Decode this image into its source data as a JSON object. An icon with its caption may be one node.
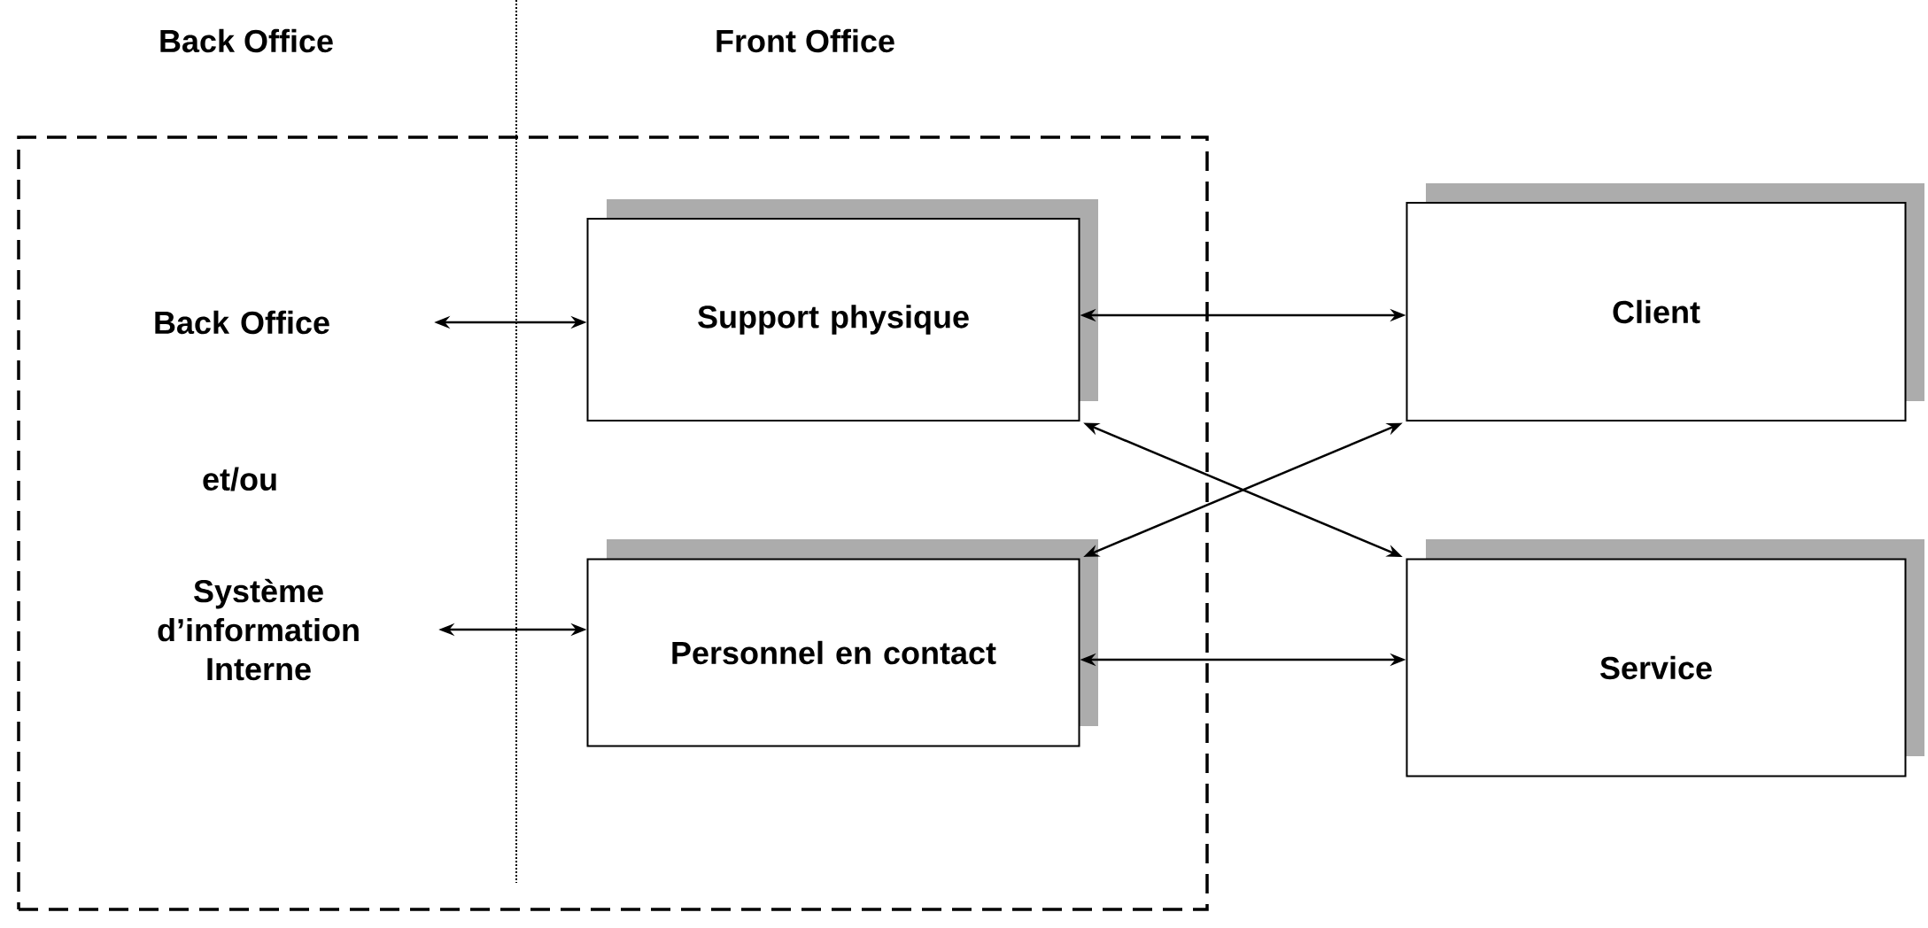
{
  "diagram": {
    "nodes": [
      {
        "text": [],
        "shape": "box"
      },
      {
        "text": [
          "Back Office"
        ],
        "in": 0
      },
      {
        "text": [
          "Support physique"
        ],
        "in": 0
      },
      {
        "text": [
          "Client"
        ]
      },
      {
        "text": [
          "Système d’information Interne"
        ],
        "in": 0
      },
      {
        "text": [
          "Personnel en contact"
        ],
        "in": 0
      },
      {
        "text": [
          "Service"
        ]
      }
    ],
    "edges": [
      {
        "from": 1,
        "to": 2,
        "arrow": "both"
      },
      {
        "from": 2,
        "to": 3,
        "arrow": "both"
      },
      {
        "from": 2,
        "to": 6,
        "arrow": "both"
      },
      {
        "from": 5,
        "to": 3,
        "arrow": "both"
      },
      {
        "from": 4,
        "to": 5,
        "arrow": "both"
      },
      {
        "from": 5,
        "to": 6,
        "arrow": "both"
      }
    ],
    "labels": [
      "Back Office",
      "Front Office",
      "et/ou"
    ]
  }
}
